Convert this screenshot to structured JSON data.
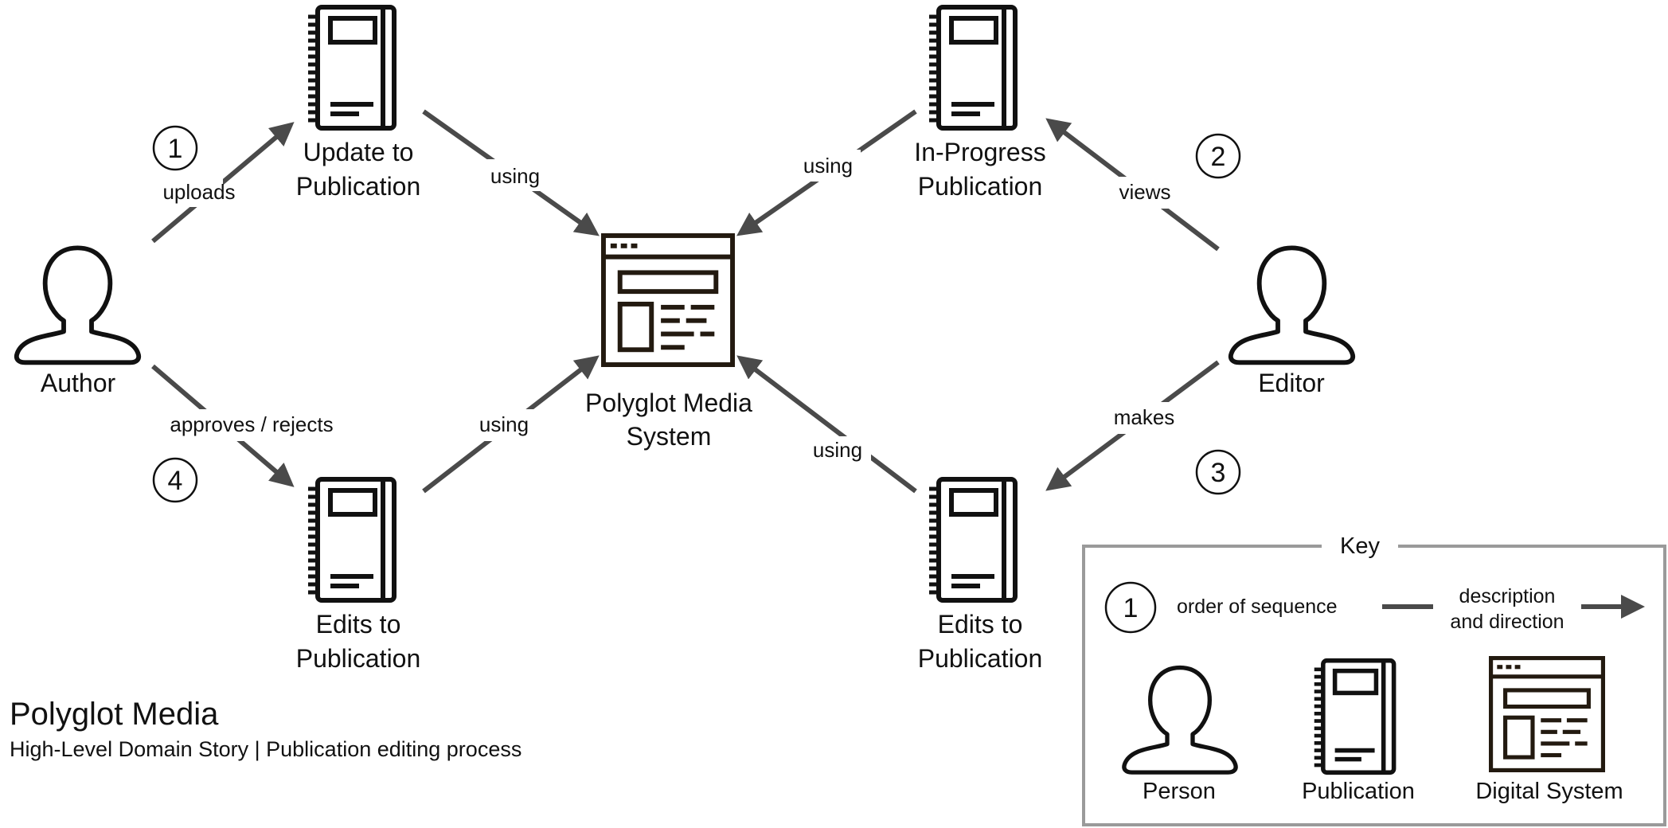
{
  "actors": {
    "author": "Author",
    "editor": "Editor"
  },
  "objects": {
    "update_pub": [
      "Update to",
      "Publication"
    ],
    "inprogress_pub": [
      "In-Progress",
      "Publication"
    ],
    "edits_pub_left": [
      "Edits to",
      "Publication"
    ],
    "edits_pub_right": [
      "Edits to",
      "Publication"
    ],
    "system": [
      "Polyglot Media",
      "System"
    ]
  },
  "edges": {
    "uploads": "uploads",
    "using_1": "using",
    "using_2": "using",
    "views": "views",
    "makes": "makes",
    "using_3": "using",
    "approves_rejects": "approves / rejects",
    "using_4": "using"
  },
  "steps": {
    "s1": "1",
    "s2": "2",
    "s3": "3",
    "s4": "4"
  },
  "key": {
    "title": "Key",
    "step_example": "1",
    "order_label": "order of sequence",
    "description_label": [
      "description",
      "and direction"
    ],
    "person_label": "Person",
    "publication_label": "Publication",
    "system_label": "Digital System"
  },
  "footer": {
    "title": "Polyglot Media",
    "subtitle": "High-Level Domain Story | Publication editing process"
  },
  "icons": {
    "person": "person-icon",
    "publication": "notebook-icon",
    "system": "browser-window-icon"
  },
  "colors": {
    "arrow": "#4a4a4a",
    "icon_stroke": "#111111",
    "system_stroke": "#231a10",
    "key_border": "#9a9a9a"
  }
}
